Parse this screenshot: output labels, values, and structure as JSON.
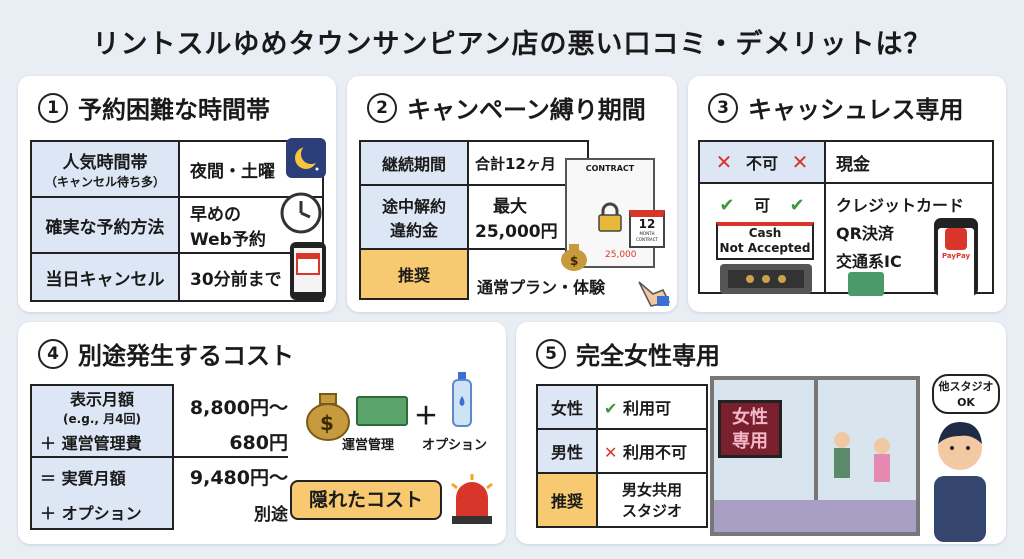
{
  "title": "リントスルゆめタウンサンピアン店の悪い口コミ・デメリットは？",
  "cards": {
    "c1": {
      "num": "1",
      "heading": "予約困難な時間帯",
      "rows": [
        {
          "label": "人気時間帯",
          "sub": "（キャンセル待ち多）",
          "value": "夜間・土曜"
        },
        {
          "label": "確実な予約方法",
          "value": "早めの",
          "value2": "Web予約"
        },
        {
          "label": "当日キャンセル",
          "value": "30分前まで"
        }
      ]
    },
    "c2": {
      "num": "2",
      "heading": "キャンペーン縛り期間",
      "rows": [
        {
          "label": "継続期間",
          "value": "合計12ヶ月"
        },
        {
          "label": "途中解約",
          "label2": "違約金",
          "value": "最大",
          "value2": "25,000円"
        },
        {
          "label": "推奨",
          "value": "通常プラン・体験"
        }
      ],
      "contract_label": "CONTRACT",
      "calendar_num": "12",
      "calendar_label": "MONTH CONTRACT",
      "price_note": "25,000"
    },
    "c3": {
      "num": "3",
      "heading": "キャッシュレス専用",
      "no_label": "不可",
      "no_value": "現金",
      "ok_label": "可",
      "ok_values": [
        "クレジットカード",
        "QR決済",
        "交通系IC"
      ],
      "sign": [
        "Cash",
        "Not Accepted"
      ],
      "phone_app": "PayPay"
    },
    "c4": {
      "num": "4",
      "heading": "別途発生するコスト",
      "rows": [
        {
          "label": "表示月額",
          "sub": "(e.g., 月4回)",
          "value": "8,800円〜"
        },
        {
          "label": "＋ 運営管理費",
          "value": "680円"
        },
        {
          "label": "＝ 実質月額",
          "value": "9,480円〜"
        },
        {
          "label": "＋ オプション",
          "value": "別途"
        }
      ],
      "fee_label": "運営管理",
      "option_label": "オプション",
      "plus": "＋",
      "hidden_cost": "隠れたコスト"
    },
    "c5": {
      "num": "5",
      "heading": "完全女性専用",
      "rows": [
        {
          "label": "女性",
          "value": "利用可"
        },
        {
          "label": "男性",
          "value": "利用不可"
        },
        {
          "label": "推奨",
          "value": "男女共用",
          "value2": "スタジオ"
        }
      ],
      "door_sign": [
        "女性",
        "専用"
      ],
      "bubble": [
        "他スタジオ",
        "OK"
      ]
    }
  },
  "colors": {
    "check": "#3c9a3c",
    "cross": "#d9362b",
    "label_bg": "#dce6f4",
    "warn_bg": "#f7c970"
  }
}
